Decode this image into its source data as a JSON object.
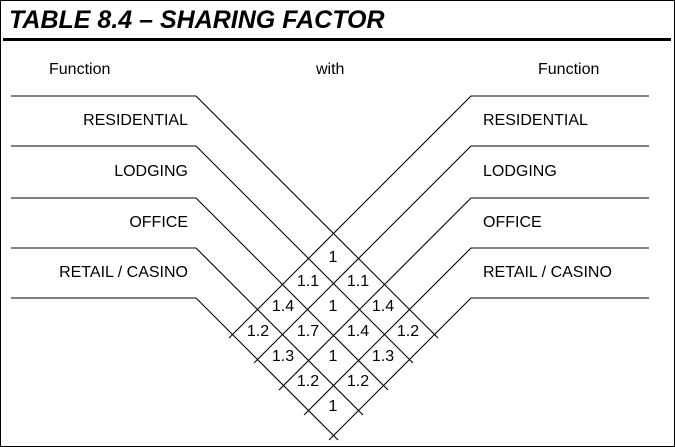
{
  "title": "TABLE 8.4 – SHARING FACTOR",
  "header": {
    "left": "Function",
    "middle": "with",
    "right": "Function"
  },
  "colors": {
    "ink": "#000000",
    "paper": "#ffffff"
  },
  "rows": {
    "left": [
      "RESIDENTIAL",
      "LODGING",
      "OFFICE",
      "RETAIL / CASINO"
    ],
    "right": [
      "RESIDENTIAL",
      "LODGING",
      "OFFICE",
      "RETAIL / CASINO"
    ]
  },
  "chart_data": {
    "type": "table",
    "title": "TABLE 8.4 – SHARING FACTOR",
    "xlabel": "Function",
    "ylabel": "Function",
    "categories": [
      "RESIDENTIAL",
      "LODGING",
      "OFFICE",
      "RETAIL / CASINO"
    ],
    "matrix_layout": "diamond-roof (house-of-quality) correlation matrix",
    "diamond_rows": [
      {
        "row": 1,
        "values": [
          "1"
        ]
      },
      {
        "row": 2,
        "values": [
          "1.1",
          "1.1"
        ]
      },
      {
        "row": 3,
        "values": [
          "1.4",
          "1",
          "1.4"
        ]
      },
      {
        "row": 4,
        "values": [
          "1.2",
          "1.7",
          "1.4",
          "1.2"
        ]
      },
      {
        "row": 5,
        "values": [
          "1.3",
          "1",
          "1.3"
        ]
      },
      {
        "row": 6,
        "values": [
          "1.2",
          "1.2"
        ]
      },
      {
        "row": 7,
        "values": [
          "1"
        ]
      }
    ],
    "pairs": [
      {
        "a": "RESIDENTIAL",
        "b": "RESIDENTIAL",
        "value": 1
      },
      {
        "a": "RESIDENTIAL",
        "b": "LODGING",
        "value": 1.1
      },
      {
        "a": "LODGING",
        "b": "RESIDENTIAL",
        "value": 1.1
      },
      {
        "a": "RESIDENTIAL",
        "b": "OFFICE",
        "value": 1.4
      },
      {
        "a": "LODGING",
        "b": "LODGING",
        "value": 1
      },
      {
        "a": "OFFICE",
        "b": "RESIDENTIAL",
        "value": 1.4
      },
      {
        "a": "RESIDENTIAL",
        "b": "RETAIL / CASINO",
        "value": 1.2
      },
      {
        "a": "LODGING",
        "b": "OFFICE",
        "value": 1.7
      },
      {
        "a": "OFFICE",
        "b": "LODGING",
        "value": 1.4
      },
      {
        "a": "RETAIL / CASINO",
        "b": "RESIDENTIAL",
        "value": 1.2
      },
      {
        "a": "LODGING",
        "b": "RETAIL / CASINO",
        "value": 1.3
      },
      {
        "a": "OFFICE",
        "b": "OFFICE",
        "value": 1
      },
      {
        "a": "RETAIL / CASINO",
        "b": "LODGING",
        "value": 1.3
      },
      {
        "a": "OFFICE",
        "b": "RETAIL / CASINO",
        "value": 1.2
      },
      {
        "a": "RETAIL / CASINO",
        "b": "OFFICE",
        "value": 1.2
      },
      {
        "a": "RETAIL / CASINO",
        "b": "RETAIL / CASINO",
        "value": 1
      }
    ]
  },
  "cells": {
    "r1c1": "1",
    "r2c1": "1.1",
    "r2c2": "1.1",
    "r3c1": "1.4",
    "r3c2": "1",
    "r3c3": "1.4",
    "r4c1": "1.2",
    "r4c2": "1.7",
    "r4c3": "1.4",
    "r4c4": "1.2",
    "r5c1": "1.3",
    "r5c2": "1",
    "r5c3": "1.3",
    "r6c1": "1.2",
    "r6c2": "1.2",
    "r7c1": "1"
  }
}
